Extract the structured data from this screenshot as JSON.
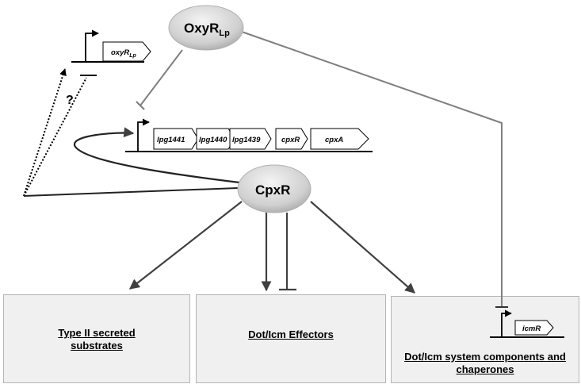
{
  "nodes": {
    "oxyr": {
      "label": "OxyR",
      "subscript": "Lp"
    },
    "cpxr": {
      "label": "CpxR"
    }
  },
  "genes": {
    "oxyr_gene": {
      "label": "oxyR",
      "subscript": "Lp"
    },
    "operon": [
      "lpg1441",
      "lpg1440",
      "lpg1439",
      "cpxR",
      "cpxA"
    ],
    "icmr": "icmR"
  },
  "unknown_mark": "?",
  "boxes": {
    "type2": {
      "label_line1": "Type II secreted",
      "label_line2": "substrates"
    },
    "dot_effectors": {
      "label_line1": "Dot/Icm Effectors"
    },
    "dot_system": {
      "label_line1": "Dot/Icm system components and",
      "label_line2": "chaperones"
    }
  },
  "colors": {
    "box_fill": "#f0f0f0",
    "box_border": "#b5b5b5",
    "repression_line": "#7f7f7f",
    "activation_line": "#404040",
    "node_fill": "#d8d8d8"
  }
}
